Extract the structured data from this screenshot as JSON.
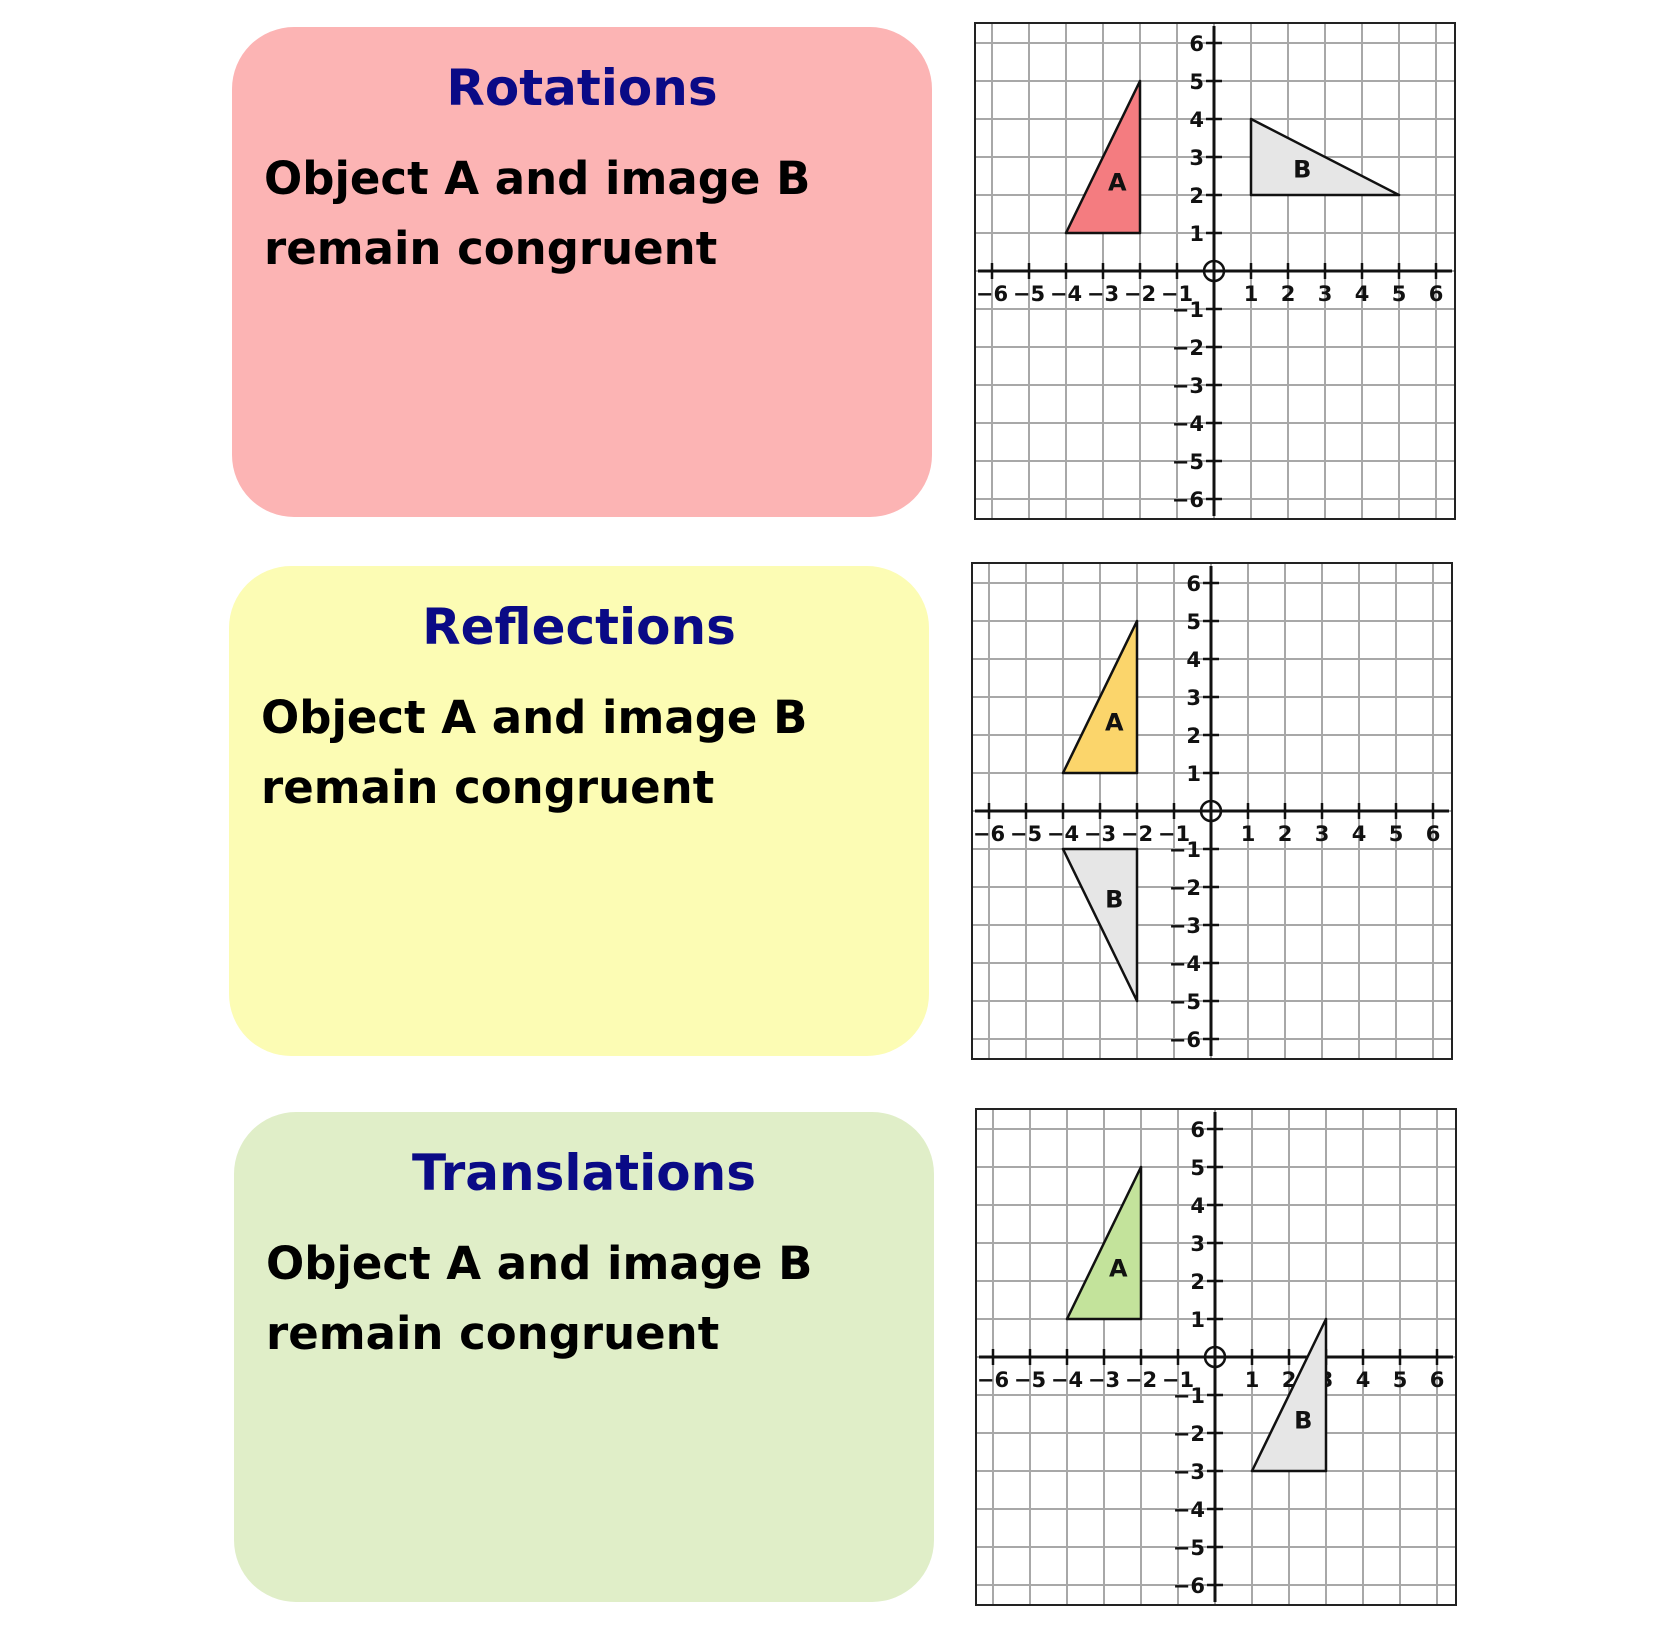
{
  "panels": [
    {
      "title": "Rotations",
      "line1": "Object A and image B",
      "line2": "remain congruent",
      "card_color": "#fcb4b4",
      "shape_a_color": "#f47c80"
    },
    {
      "title": "Reflections",
      "line1": "Object A and image B",
      "line2": "remain congruent",
      "card_color": "#fcfcb4",
      "shape_a_color": "#fbd56b"
    },
    {
      "title": "Translations",
      "line1": "Object A and image B",
      "line2": "remain congruent",
      "card_color": "#e0eec8",
      "shape_a_color": "#c3e39b"
    }
  ],
  "graphs": [
    {
      "shape_a_label": "A",
      "shape_b_label": "B",
      "shape_a": [
        [
          -4,
          1
        ],
        [
          -2,
          1
        ],
        [
          -2,
          5
        ]
      ],
      "shape_b": [
        [
          1,
          2
        ],
        [
          1,
          4
        ],
        [
          5,
          2
        ]
      ],
      "fill_a": "#f47c80",
      "fill_b": "#e6e6e6"
    },
    {
      "shape_a_label": "A",
      "shape_b_label": "B",
      "shape_a": [
        [
          -4,
          1
        ],
        [
          -2,
          1
        ],
        [
          -2,
          5
        ]
      ],
      "shape_b": [
        [
          -4,
          -1
        ],
        [
          -2,
          -1
        ],
        [
          -2,
          -5
        ]
      ],
      "fill_a": "#fbd56b",
      "fill_b": "#e6e6e6"
    },
    {
      "shape_a_label": "A",
      "shape_b_label": "B",
      "shape_a": [
        [
          -4,
          1
        ],
        [
          -2,
          1
        ],
        [
          -2,
          5
        ]
      ],
      "shape_b": [
        [
          1,
          -3
        ],
        [
          3,
          -3
        ],
        [
          3,
          1
        ]
      ],
      "fill_a": "#c3e39b",
      "fill_b": "#e6e6e6"
    }
  ],
  "axis": {
    "range": [
      -6,
      6
    ],
    "x_ticks": [
      "−6",
      "−5",
      "−4",
      "−3",
      "−2",
      "−1",
      "1",
      "2",
      "3",
      "4",
      "5",
      "6"
    ],
    "y_ticks": [
      "6",
      "5",
      "4",
      "3",
      "2",
      "1",
      "−1",
      "−2",
      "−3",
      "−4",
      "−5",
      "−6"
    ]
  }
}
